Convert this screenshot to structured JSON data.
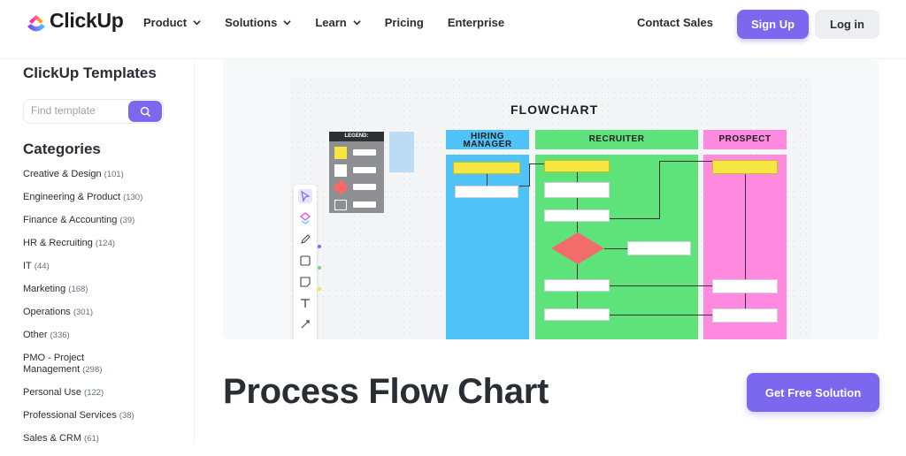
{
  "brand": {
    "name": "ClickUp"
  },
  "nav": {
    "items": [
      {
        "label": "Product",
        "dropdown": true
      },
      {
        "label": "Solutions",
        "dropdown": true
      },
      {
        "label": "Learn",
        "dropdown": true
      },
      {
        "label": "Pricing",
        "dropdown": false
      },
      {
        "label": "Enterprise",
        "dropdown": false
      }
    ],
    "contact": "Contact Sales",
    "signup": "Sign Up",
    "login": "Log in"
  },
  "sidebar": {
    "title": "ClickUp Templates",
    "search_placeholder": "Find template",
    "categories_title": "Categories",
    "categories": [
      {
        "label": "Creative & Design",
        "count": "(101)"
      },
      {
        "label": "Engineering & Product",
        "count": "(130)"
      },
      {
        "label": "Finance & Accounting",
        "count": "(39)"
      },
      {
        "label": "HR & Recruiting",
        "count": "(124)"
      },
      {
        "label": "IT",
        "count": "(44)"
      },
      {
        "label": "Marketing",
        "count": "(168)"
      },
      {
        "label": "Operations",
        "count": "(301)"
      },
      {
        "label": "Other",
        "count": "(336)"
      },
      {
        "label": "PMO - Project Management",
        "count": "(298)"
      },
      {
        "label": "Personal Use",
        "count": "(122)"
      },
      {
        "label": "Professional Services",
        "count": "(38)"
      },
      {
        "label": "Sales & CRM",
        "count": "(61)"
      }
    ]
  },
  "preview": {
    "flowchart_title": "FLOWCHART",
    "legend_title": "LEGEND:",
    "lanes": [
      {
        "label": "HIRING MANAGER",
        "color": "#4fc3f7"
      },
      {
        "label": "RECRUITER",
        "color": "#5ee37a"
      },
      {
        "label": "PROSPECT",
        "color": "#ff8ae0"
      }
    ]
  },
  "main": {
    "title": "Process Flow Chart",
    "cta": "Get Free Solution"
  },
  "colors": {
    "accent": "#7b68ee",
    "text": "#292d34"
  }
}
